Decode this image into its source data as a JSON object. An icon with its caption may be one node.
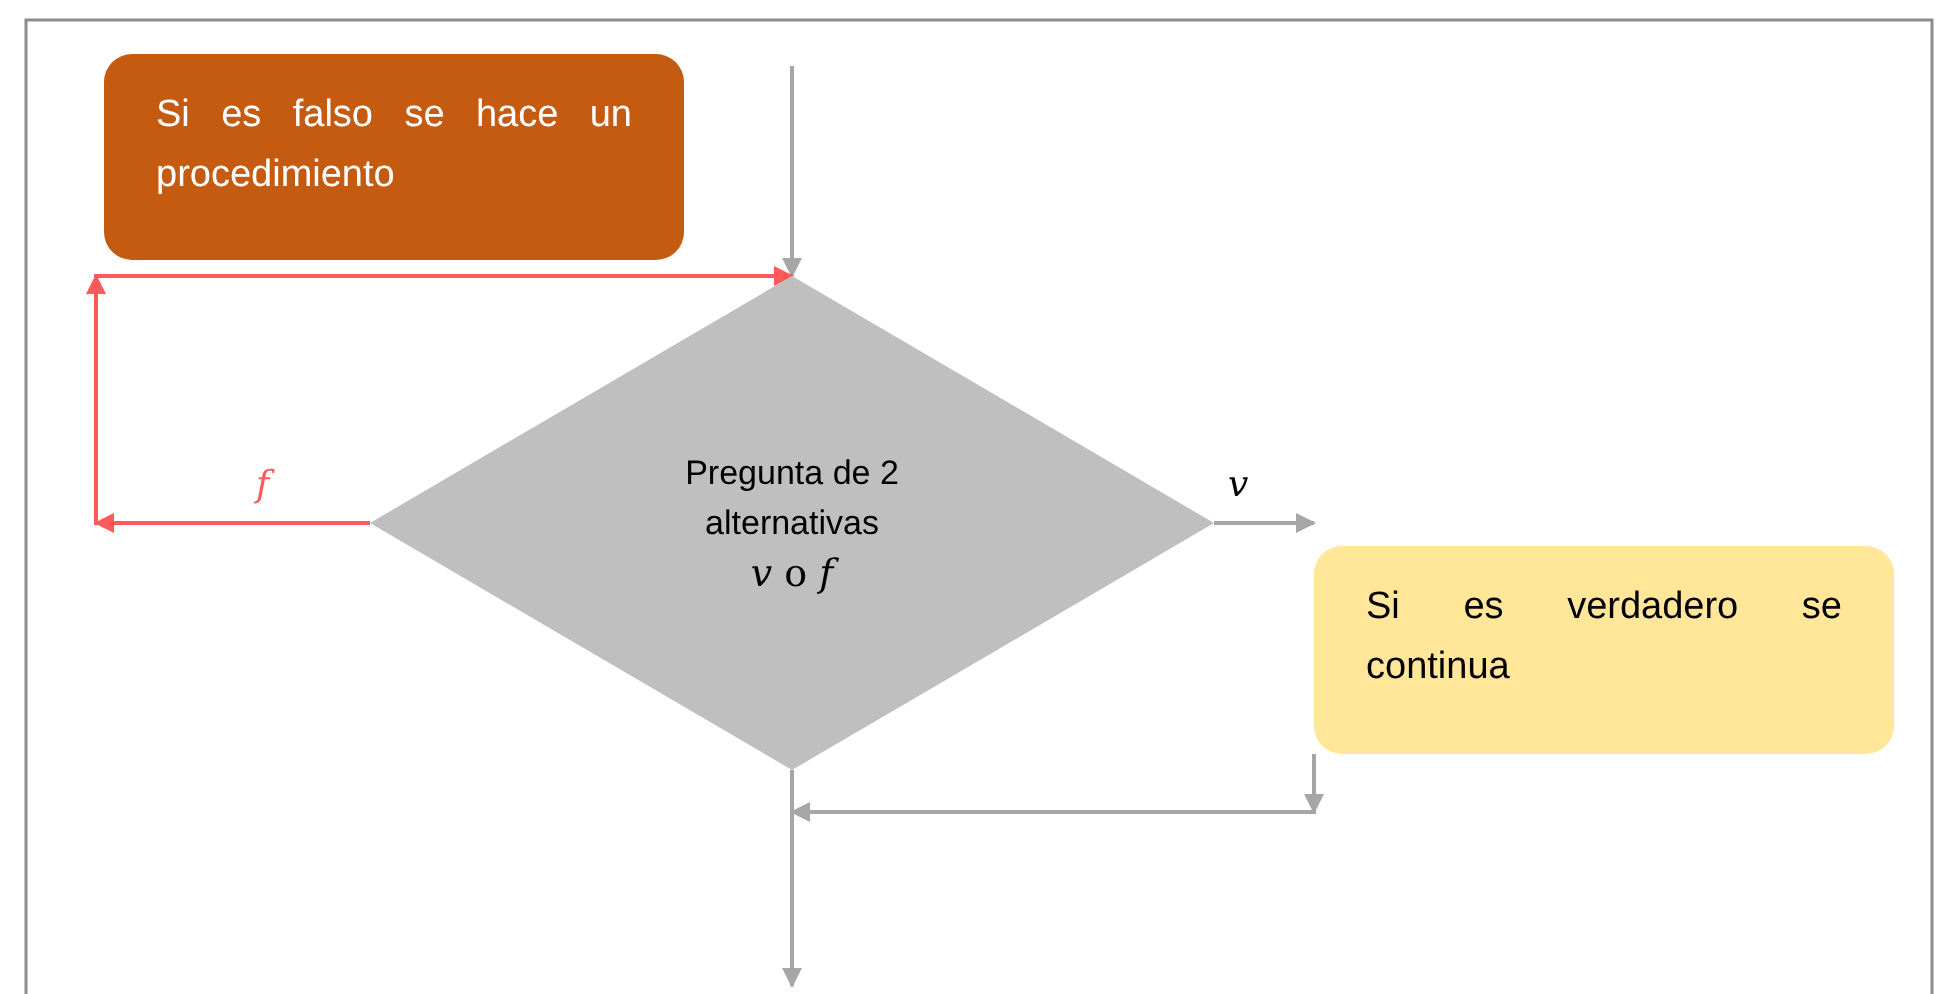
{
  "diagram": {
    "nodes": [
      {
        "text": [
          "Si es falso se hace un procedimiento"
        ]
      },
      {
        "text": [
          "Pregunta de 2 alternativas",
          "*v* o *f*"
        ]
      },
      {
        "text": [
          "Si es verdadero se continua"
        ]
      }
    ],
    "edges": [
      {
        "from": null,
        "to": 1,
        "arrow": "to"
      },
      {
        "from": 1,
        "to": 1,
        "arrow": "to",
        "label": "f",
        "color": "#ff5a5a"
      },
      {
        "from": 1,
        "to": 2,
        "arrow": "to",
        "label": "v"
      },
      {
        "from": 2,
        "to": 1,
        "arrow": "to"
      },
      {
        "from": 1,
        "to": null,
        "arrow": "to"
      }
    ]
  }
}
